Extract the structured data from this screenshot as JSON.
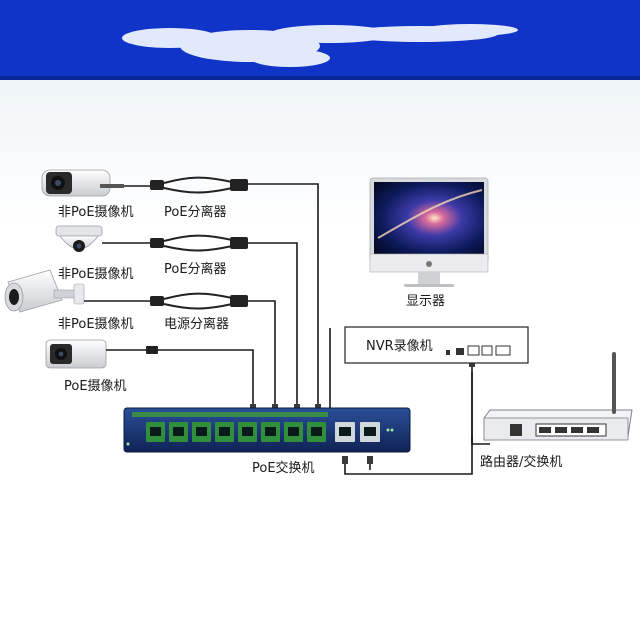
{
  "colors": {
    "banner": "#1034c8",
    "switch_body": "#14306e",
    "port_green": "#2f8f3a",
    "cable": "#1a1a1a"
  },
  "labels": {
    "cam1": "非PoE摄像机",
    "splitter1": "PoE分离器",
    "cam2": "非PoE摄像机",
    "splitter2": "PoE分离器",
    "cam3": "非PoE摄像机",
    "splitter3": "电源分离器",
    "cam4": "PoE摄像机",
    "monitor": "显示器",
    "nvr": "NVR录像机",
    "switch": "PoE交换机",
    "router": "路由器/交换机"
  },
  "icons": {
    "bullet_camera": "bullet-camera-icon",
    "dome_camera": "dome-camera-icon",
    "monitor": "monitor-icon",
    "apple_logo": "apple-logo-icon",
    "router": "router-icon",
    "splitter": "splitter-icon"
  }
}
